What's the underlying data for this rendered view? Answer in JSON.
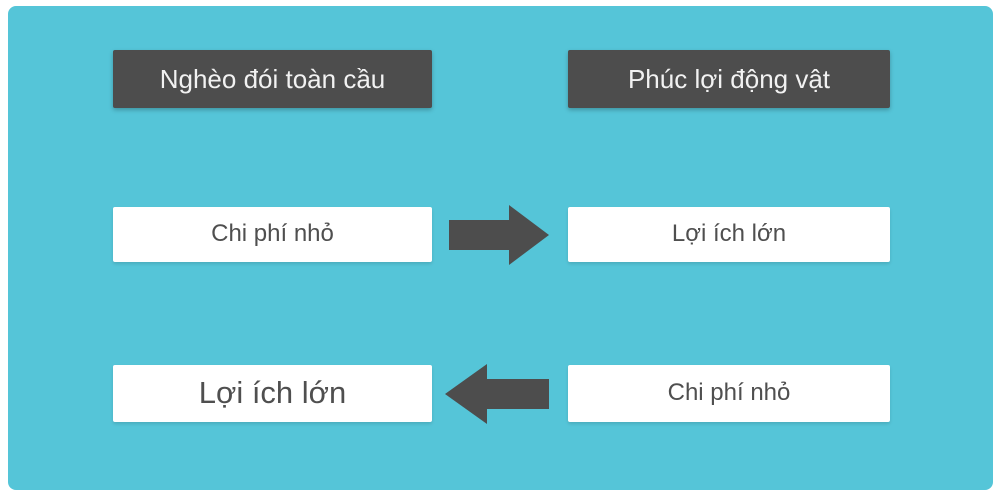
{
  "diagram": {
    "headers": [
      {
        "label": "Nghèo đói toàn cầu"
      },
      {
        "label": "Phúc lợi động vật"
      }
    ],
    "rows": [
      {
        "left": "Chi phí nhỏ",
        "arrow": "right",
        "right": "Lợi ích lớn"
      },
      {
        "left": "Lợi ích lớn",
        "arrow": "left",
        "right": "Chi phí nhỏ"
      }
    ],
    "colors": {
      "panel_background": "#55c5d8",
      "dark_box": "#4d4d4d",
      "light_box": "#ffffff",
      "dark_text": "#4f4f4f",
      "light_text": "#f2f2f2",
      "arrow": "#4d4d4d"
    }
  }
}
